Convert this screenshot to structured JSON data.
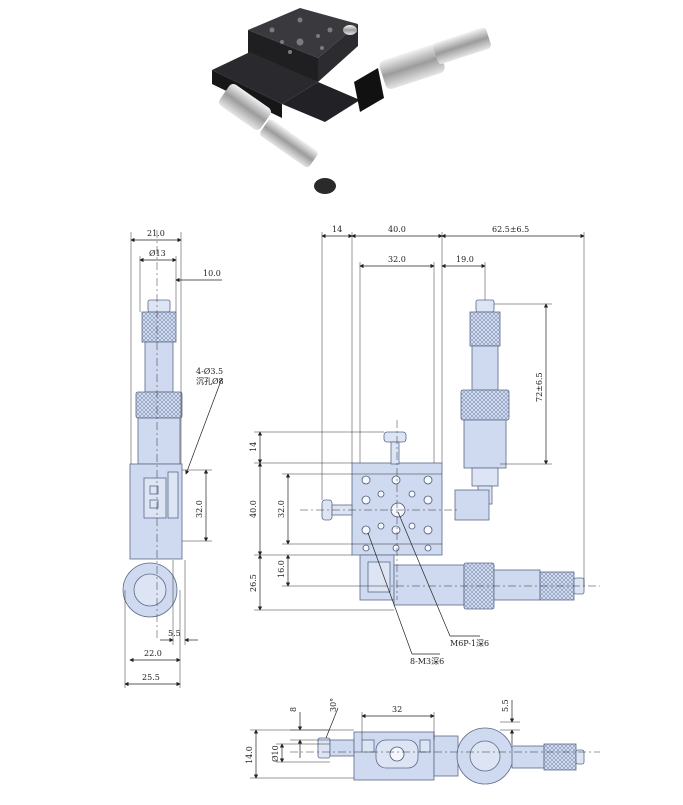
{
  "photo": {
    "description_icon": "xy-stage-photo"
  },
  "side_view": {
    "dims": {
      "top_width": "21.0",
      "bore": "Ø13",
      "offset": "10.0",
      "holes_note_1": "4-Ø3.5",
      "holes_note_2": "沉孔Ø8",
      "height": "32.0",
      "right_gap": "5.5",
      "base_width": "22.0",
      "overall_width": "25.5"
    }
  },
  "front_view": {
    "dims": {
      "left_14": "14",
      "width_40": "40.0",
      "travel": "62.5±6.5",
      "inner_32": "32.0",
      "offset_19": "19.0",
      "vertical_travel": "72±6.5",
      "top_14": "14",
      "height_40": "40.0",
      "inner_32_v": "32.0",
      "low_16": "16.0",
      "low_26": "26.5",
      "thread_center": "M6P-1深6",
      "thread_holes": "8-M3深6"
    }
  },
  "bottom_view": {
    "dims": {
      "gap_8": "8",
      "angle_30": "30°",
      "span_32": "32",
      "right_5": "5.5",
      "height_14": "14.0",
      "dia_10": "Ø10"
    }
  }
}
